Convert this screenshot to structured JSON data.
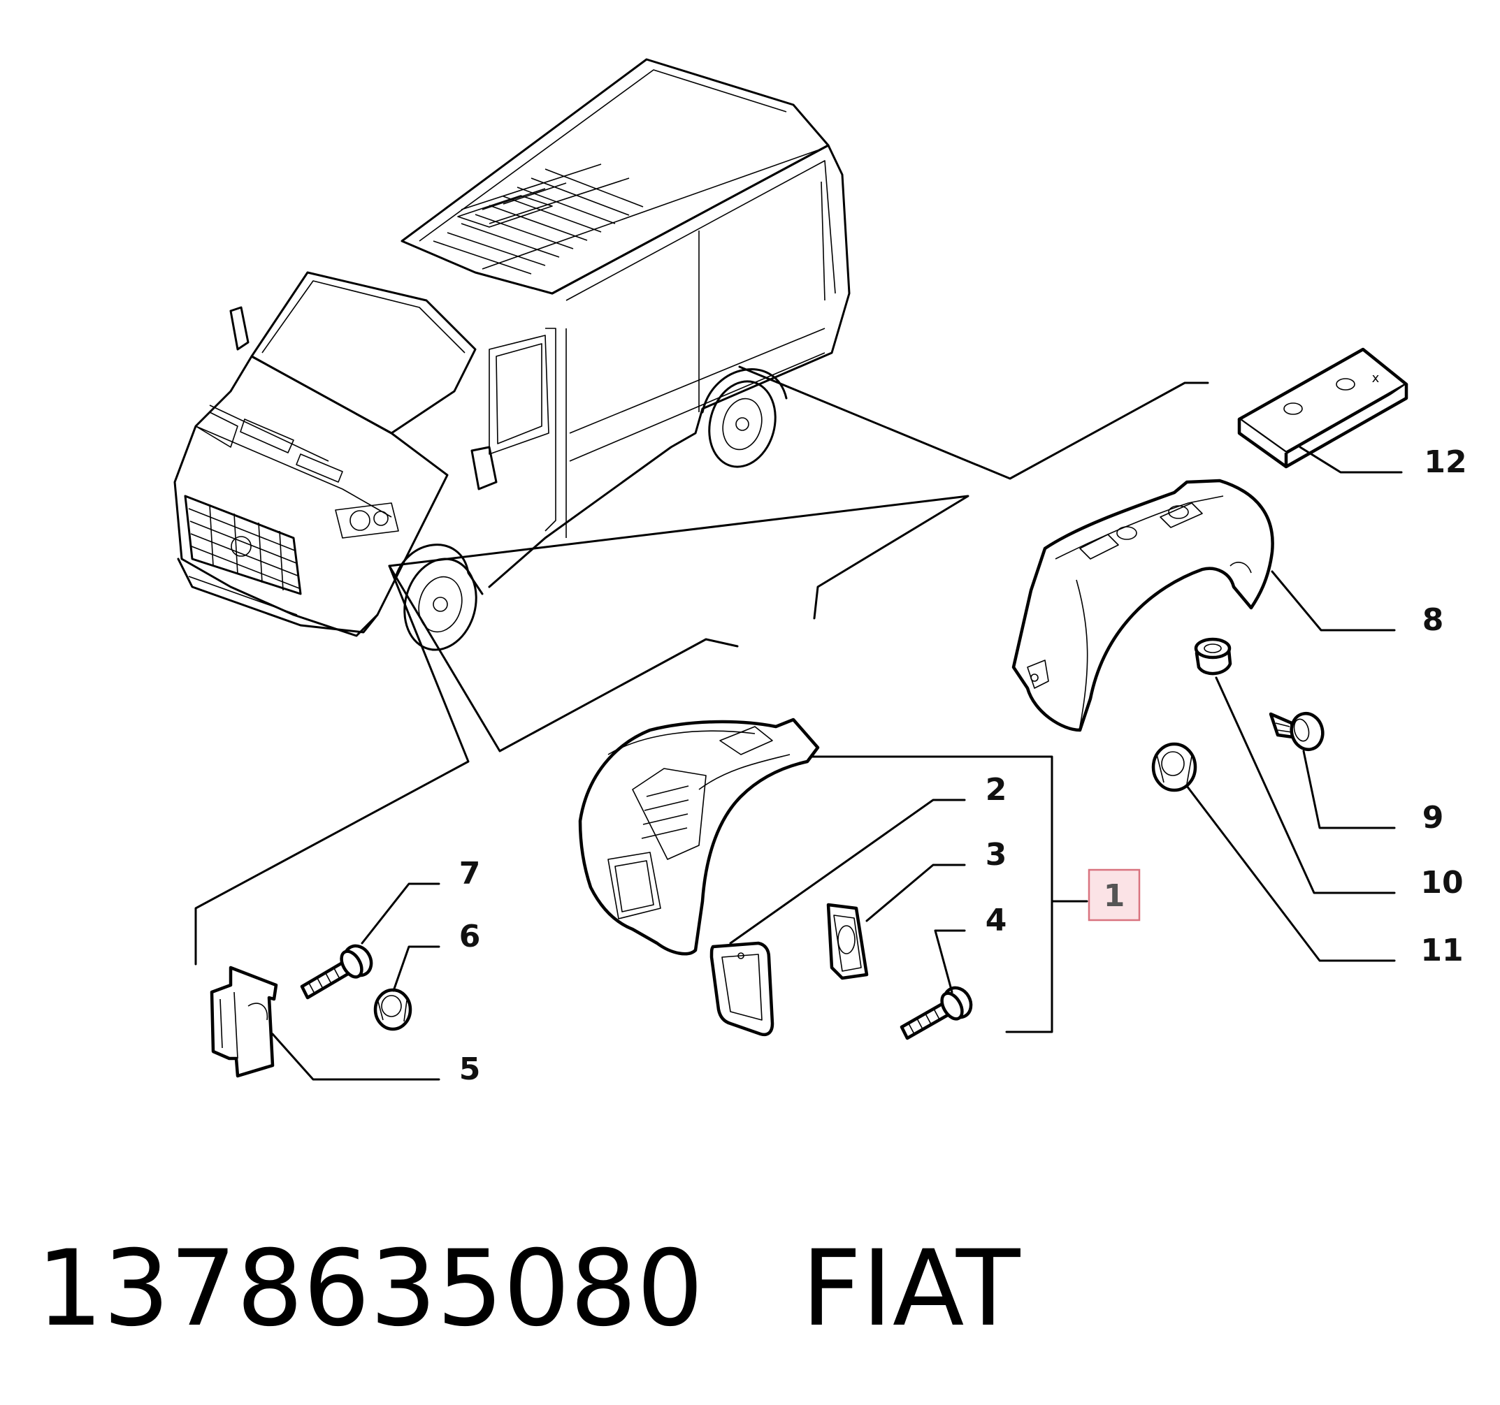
{
  "callouts": [
    {
      "id": "1",
      "label": "1",
      "highlighted": true
    },
    {
      "id": "2",
      "label": "2"
    },
    {
      "id": "3",
      "label": "3"
    },
    {
      "id": "4",
      "label": "4"
    },
    {
      "id": "5",
      "label": "5"
    },
    {
      "id": "6",
      "label": "6"
    },
    {
      "id": "7",
      "label": "7"
    },
    {
      "id": "8",
      "label": "8"
    },
    {
      "id": "9",
      "label": "9"
    },
    {
      "id": "10",
      "label": "10"
    },
    {
      "id": "11",
      "label": "11"
    },
    {
      "id": "12",
      "label": "12"
    }
  ],
  "plate_mark": "x",
  "footer": {
    "part_number": "1378635080",
    "brand": "FIAT"
  },
  "colors": {
    "highlight_fill": "#fbe3e6",
    "highlight_border": "#d9737f",
    "line": "#000000"
  }
}
